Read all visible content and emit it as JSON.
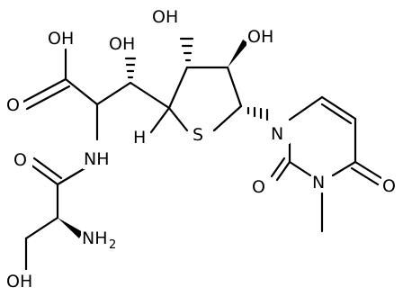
{
  "labels": {
    "cooh_oh": "OH",
    "cooh_o": "O",
    "side_oh": "OH",
    "ring_oh1": "OH",
    "ring_oh2": "OH",
    "nh": "NH",
    "h": "H",
    "s": "S",
    "n1": "N",
    "n3": "N",
    "o2": "O",
    "o4": "O",
    "amide_o": "O",
    "nh2_main": "NH",
    "nh2_sub": "2",
    "ser_oh": "OH"
  }
}
